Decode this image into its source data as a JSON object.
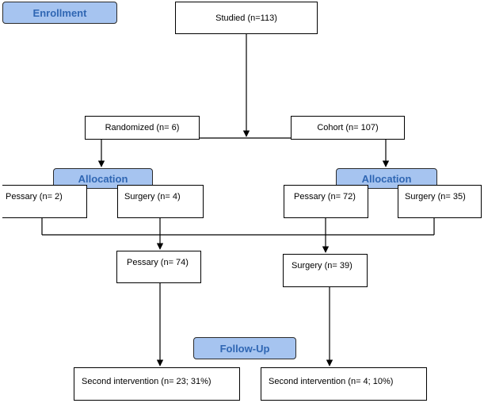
{
  "stages": {
    "enrollment": "Enrollment",
    "allocation_left": "Allocation",
    "allocation_right": "Allocation",
    "follow_up": "Follow-Up"
  },
  "boxes": {
    "studied": "Studied (n=113)",
    "randomized": "Randomized (n= 6)",
    "cohort": "Cohort (n= 107)",
    "rand_pessary": "Pessary (n= 2)",
    "rand_surgery": "Surgery (n= 4)",
    "cohort_pessary": "Pessary (n= 72)",
    "cohort_surgery": "Surgery (n= 35)",
    "total_pessary": "Pessary (n= 74)",
    "total_surgery": "Surgery (n= 39)",
    "second_pessary": "Second intervention (n= 23; 31%)",
    "second_surgery": "Second intervention (n= 4; 10%)"
  },
  "colors": {
    "stage_fill": "#a6c4f0",
    "stage_text": "#2f66b3",
    "line": "#000000"
  }
}
